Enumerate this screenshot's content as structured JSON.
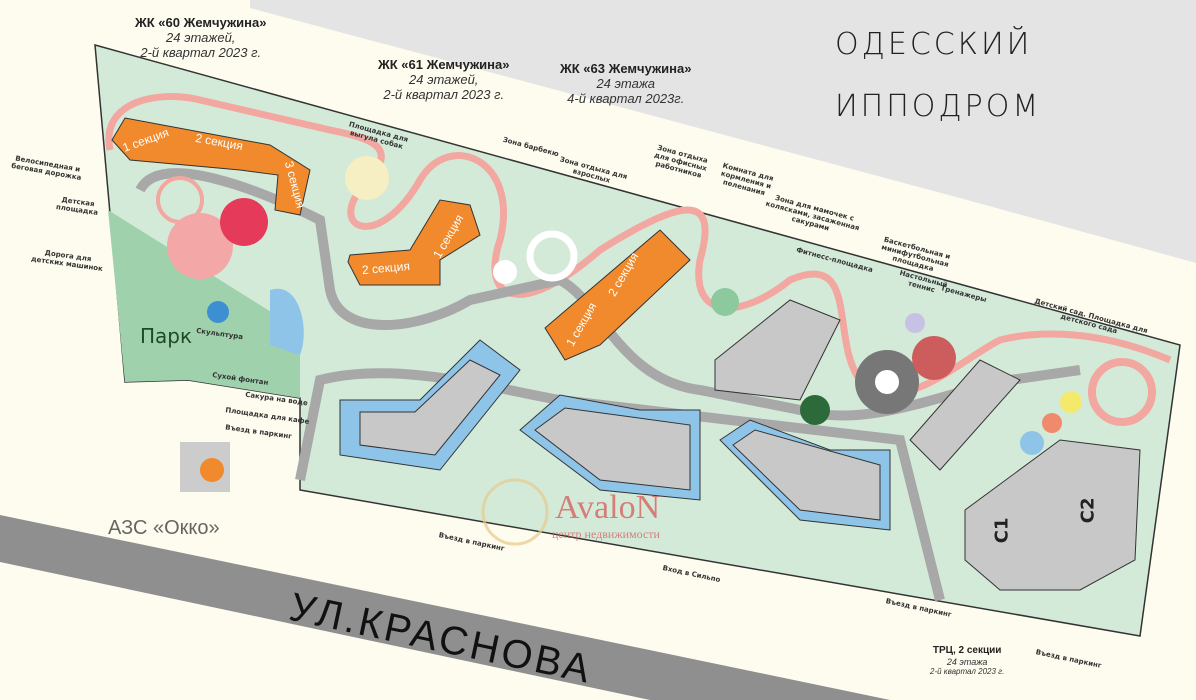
{
  "hippodrome": {
    "line1": "ОДЕССКИЙ",
    "line2": "ИППОДРОМ"
  },
  "complexes": [
    {
      "name": "ЖК «60 Жемчужина»",
      "floors": "24 этажей,",
      "date": "2-й квартал 2023 г.",
      "sections": [
        "1 секция",
        "2 секция",
        "3 секция"
      ]
    },
    {
      "name": "ЖК «61 Жемчужина»",
      "floors": "24 этажей,",
      "date": "2-й квартал 2023 г.",
      "sections": [
        "2 секция",
        "1 секция"
      ]
    },
    {
      "name": "ЖК «63 Жемчужина»",
      "floors": "24 этажа",
      "date": "4-й квартал 2023г.",
      "sections": [
        "1 секция",
        "2 секция"
      ]
    }
  ],
  "trc": {
    "name": "ТРЦ, 2 секции",
    "floors": "24 этажа",
    "date": "2-й квартал 2023 г.",
    "blocks": [
      "С1",
      "С2"
    ]
  },
  "labels": {
    "bike_path": "Велосипедная и беговая дорожка",
    "playground": "Детская площадка",
    "kids_cars": "Дорога для детских машинок",
    "sculpture": "Скульптура",
    "dry_fountain": "Сухой фонтан",
    "sakura": "Сакура на воде",
    "cafe": "Площадка для кафе",
    "parking_1": "Въезд в паркинг",
    "dog_area": "Площадка для выгула собак",
    "bbq": "Зона барбекю",
    "adult_rest": "Зона отдыха для взрослых",
    "office_rest": "Зона отдыха для офисных работников",
    "feeding_room": "Комната для кормления и пеленания",
    "moms_zone": "Зона для мамочек с колясками, засаженная сакурами",
    "fitness": "Фитнесс-площадка",
    "basketball": "Баскетбольная и минифутбольная площадка",
    "table_tennis": "Настольный теннис",
    "trainers": "Тренажеры",
    "kindergarten": "Детский сад. Площадка для детского сада",
    "parking_2": "Въезд в паркинг",
    "silpo": "Вход в Сильпо",
    "parking_3": "Въезд в паркинг",
    "parking_4": "Въезд в паркинг"
  },
  "park": "Парк",
  "gas_station": "АЗС «Окко»",
  "street": "УЛ.КРАСНОВА",
  "watermark": {
    "brand": "AvaloN",
    "tagline": "центр недвижимости"
  },
  "colors": {
    "site": "#cfe8d6",
    "orange": "#f08a2c",
    "building": "#c8c8c8",
    "water": "#8ec4e8",
    "track": "#f2a7a0",
    "road": "#9c9c9c",
    "hippodrome": "#e3e3e3"
  }
}
